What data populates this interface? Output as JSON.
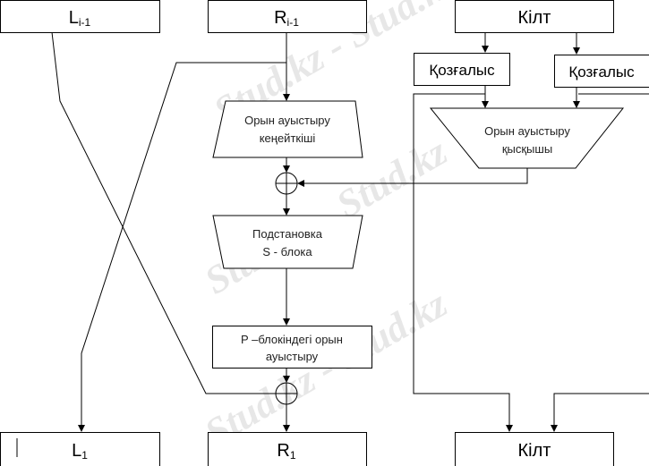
{
  "watermark": "Stud.kz - Stud.kz",
  "top": {
    "left_label": "L",
    "left_sub": "i-1",
    "right_label": "R",
    "right_sub": "i-1",
    "key_label": "Кілт"
  },
  "shift_left": "Қозғалыс",
  "shift_right": "Қозғалыс",
  "expansion": {
    "line1": "Орын ауыстыру",
    "line2": "кеңейткіші"
  },
  "compression": {
    "line1": "Орын ауыстыру",
    "line2": "қысқышы"
  },
  "sbox": {
    "line1": "Подстановка",
    "line2": "S - блока"
  },
  "pbox": {
    "line1": "P –блокіндегі орын",
    "line2": "ауыстыру"
  },
  "bottom": {
    "left_label": "L",
    "left_sub": "1",
    "right_label": "R",
    "right_sub": "1",
    "key_label": "Кілт"
  }
}
